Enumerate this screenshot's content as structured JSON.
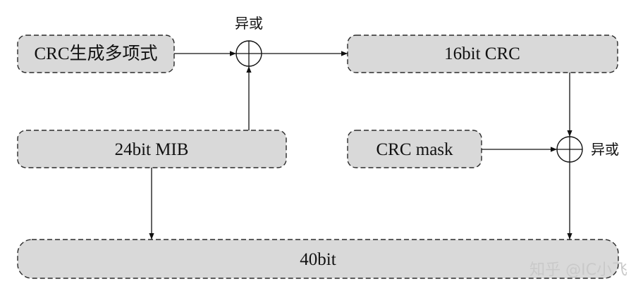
{
  "diagram": {
    "crc_poly_label": "CRC生成多项式",
    "crc16_label": "16bit CRC",
    "mib_label": "24bit MIB",
    "mask_label": "CRC mask",
    "out_label": "40bit",
    "xor_top_label": "异或",
    "xor_right_label": "异或"
  },
  "watermark": "知乎 @IC小飞"
}
